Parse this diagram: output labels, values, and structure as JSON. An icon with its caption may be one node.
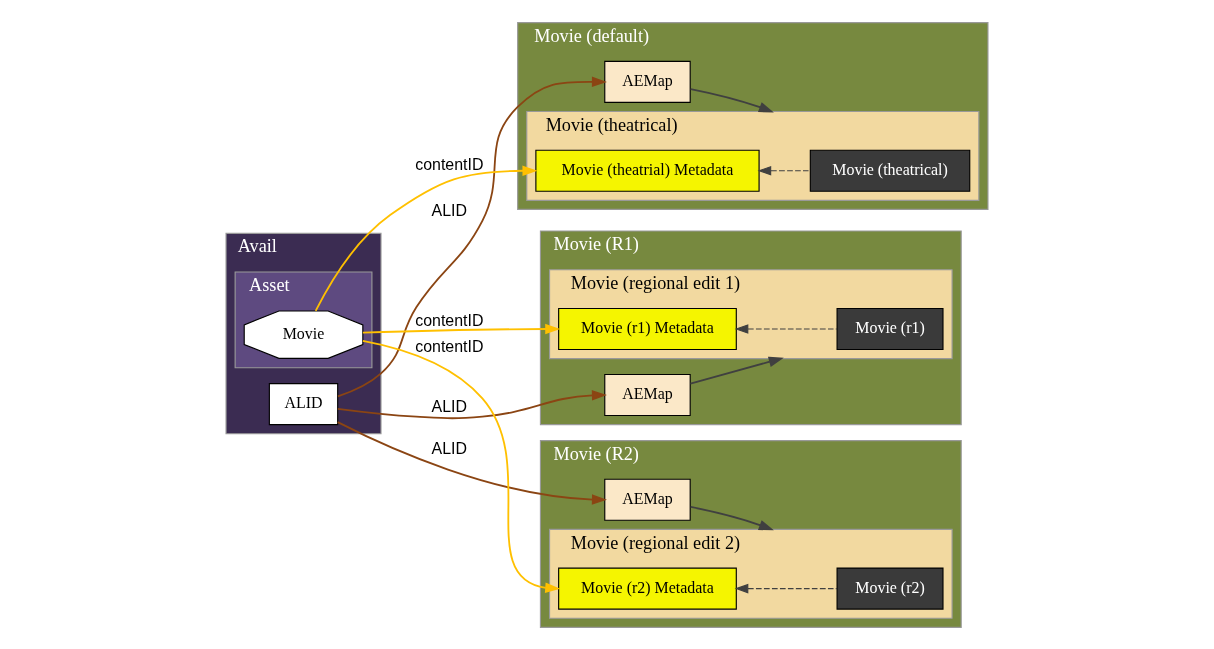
{
  "diagram": {
    "nodes": [
      {
        "text": [
          "Avail"
        ]
      },
      {
        "text": [
          "ALID"
        ],
        "in": 0
      },
      {
        "text": [
          "Asset"
        ],
        "in": 0
      },
      {
        "text": [
          "Movie"
        ],
        "in": 2
      },
      {
        "text": [
          "Movie (default)"
        ]
      },
      {
        "text": [
          "AEMap"
        ],
        "in": 4
      },
      {
        "text": [
          "Movie (theatrical)"
        ],
        "in": 4
      },
      {
        "text": [
          "Movie (theatrial) Metadata"
        ],
        "in": 6
      },
      {
        "text": [
          "Movie (theatrical)"
        ],
        "in": 6
      },
      {
        "text": [
          "Movie (R1)"
        ]
      },
      {
        "text": [
          "AEMap"
        ],
        "in": 9
      },
      {
        "text": [
          "Movie (regional edit 1)"
        ],
        "in": 9
      },
      {
        "text": [
          "Movie (r1) Metadata"
        ],
        "in": 11
      },
      {
        "text": [
          "Movie (r1)"
        ],
        "in": 11
      },
      {
        "text": [
          "Movie (R2)"
        ]
      },
      {
        "text": [
          "AEMap"
        ],
        "in": 14
      },
      {
        "text": [
          "Movie (regional edit 2)"
        ],
        "in": 14
      },
      {
        "text": [
          "Movie (r2) Metadata"
        ],
        "in": 16
      },
      {
        "text": [
          "Movie (r2)"
        ],
        "in": 16
      }
    ],
    "edges": [
      {
        "from": 1,
        "to": 5,
        "arrow": "to",
        "label": "ALID",
        "color": "#8b4513"
      },
      {
        "from": 3,
        "to": 7,
        "arrow": "to",
        "label": "contentID",
        "color": "#ffc000"
      },
      {
        "from": 1,
        "to": 10,
        "arrow": "to",
        "label": "ALID",
        "color": "#8b4513"
      },
      {
        "from": 3,
        "to": 12,
        "arrow": "to",
        "label": "contentID",
        "color": "#ffc000"
      },
      {
        "from": 1,
        "to": 15,
        "arrow": "to",
        "label": "ALID",
        "color": "#8b4513"
      },
      {
        "from": 3,
        "to": 17,
        "arrow": "to",
        "label": "contentID",
        "color": "#ffc000"
      },
      {
        "from": 5,
        "to": 6,
        "arrow": "to",
        "color": "#404040"
      },
      {
        "from": 8,
        "to": 7,
        "arrow": "to",
        "style": "dashed",
        "color": "#404040"
      },
      {
        "from": 10,
        "to": 11,
        "arrow": "to",
        "color": "#404040"
      },
      {
        "from": 13,
        "to": 12,
        "arrow": "to",
        "style": "dashed",
        "color": "#404040"
      },
      {
        "from": 15,
        "to": 16,
        "arrow": "to",
        "color": "#404040"
      },
      {
        "from": 18,
        "to": 17,
        "arrow": "to",
        "style": "dashed",
        "color": "#404040"
      }
    ]
  }
}
